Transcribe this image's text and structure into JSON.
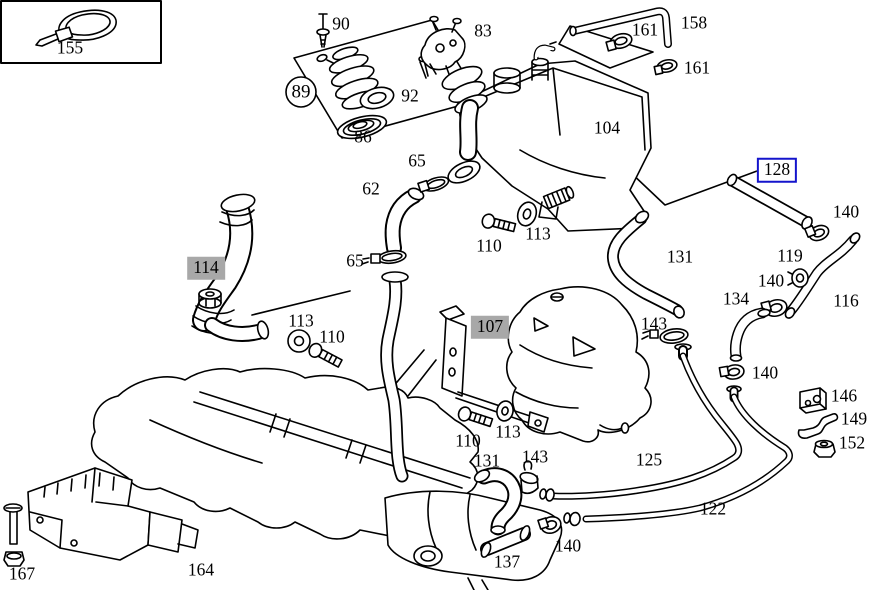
{
  "diagram": {
    "type": "parts-diagram",
    "description": "Exploded line-art parts diagram of an engine cooling system (expansion tank, hoses, clamps, pipes, brackets)",
    "colors": {
      "background": "#ffffff",
      "line": "#000000",
      "selected_box_border": "#1414cc",
      "muted_label_bg": "#a8a8a8"
    }
  },
  "labels": [
    {
      "id": "155",
      "text": "155",
      "variant": "plain"
    },
    {
      "id": "90",
      "text": "90",
      "variant": "plain"
    },
    {
      "id": "83",
      "text": "83",
      "variant": "plain"
    },
    {
      "id": "89",
      "text": "89",
      "variant": "balloon"
    },
    {
      "id": "92",
      "text": "92",
      "variant": "plain"
    },
    {
      "id": "86",
      "text": "86",
      "variant": "plain"
    },
    {
      "id": "104",
      "text": "104",
      "variant": "plain"
    },
    {
      "id": "65a",
      "text": "65",
      "variant": "plain"
    },
    {
      "id": "62",
      "text": "62",
      "variant": "plain"
    },
    {
      "id": "158",
      "text": "158",
      "variant": "plain"
    },
    {
      "id": "161a",
      "text": "161",
      "variant": "plain"
    },
    {
      "id": "161b",
      "text": "161",
      "variant": "plain"
    },
    {
      "id": "128",
      "text": "128",
      "variant": "selected"
    },
    {
      "id": "140a",
      "text": "140",
      "variant": "plain"
    },
    {
      "id": "131a",
      "text": "131",
      "variant": "plain"
    },
    {
      "id": "119",
      "text": "119",
      "variant": "plain"
    },
    {
      "id": "140b",
      "text": "140",
      "variant": "plain"
    },
    {
      "id": "134",
      "text": "134",
      "variant": "plain"
    },
    {
      "id": "116",
      "text": "116",
      "variant": "plain"
    },
    {
      "id": "114",
      "text": "114",
      "variant": "muted"
    },
    {
      "id": "65b",
      "text": "65",
      "variant": "plain"
    },
    {
      "id": "113a",
      "text": "113",
      "variant": "plain"
    },
    {
      "id": "110a",
      "text": "110",
      "variant": "plain"
    },
    {
      "id": "107",
      "text": "107",
      "variant": "muted"
    },
    {
      "id": "143a",
      "text": "143",
      "variant": "plain"
    },
    {
      "id": "110b",
      "text": "110",
      "variant": "plain"
    },
    {
      "id": "113b",
      "text": "113",
      "variant": "plain"
    },
    {
      "id": "140c",
      "text": "140",
      "variant": "plain"
    },
    {
      "id": "146",
      "text": "146",
      "variant": "plain"
    },
    {
      "id": "149",
      "text": "149",
      "variant": "plain"
    },
    {
      "id": "152",
      "text": "152",
      "variant": "plain"
    },
    {
      "id": "113c",
      "text": "113",
      "variant": "plain"
    },
    {
      "id": "110c",
      "text": "110",
      "variant": "plain"
    },
    {
      "id": "131b",
      "text": "131",
      "variant": "plain"
    },
    {
      "id": "143b",
      "text": "143",
      "variant": "plain"
    },
    {
      "id": "125",
      "text": "125",
      "variant": "plain"
    },
    {
      "id": "122",
      "text": "122",
      "variant": "plain"
    },
    {
      "id": "137",
      "text": "137",
      "variant": "plain"
    },
    {
      "id": "140d",
      "text": "140",
      "variant": "plain"
    },
    {
      "id": "167",
      "text": "167",
      "variant": "plain"
    },
    {
      "id": "164",
      "text": "164",
      "variant": "plain"
    }
  ]
}
